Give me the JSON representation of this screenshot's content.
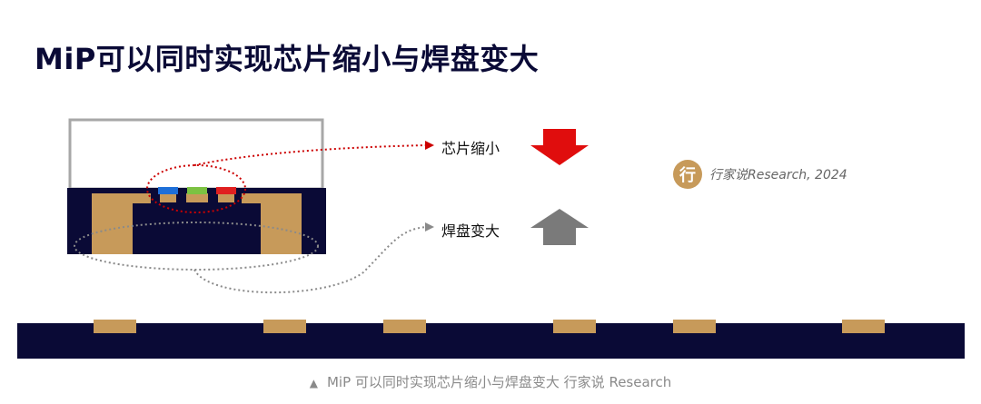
{
  "title": "MiP可以同时实现芯片缩小与焊盘变大",
  "labels": {
    "chip_shrink": "芯片缩小",
    "pad_enlarge": "焊盘变大"
  },
  "watermark": {
    "logo_glyph": "行",
    "text": "行家说Research, 2024"
  },
  "caption": {
    "marker": "▲",
    "text": "MiP 可以同时实现芯片缩小与焊盘变大 行家说 Research"
  },
  "colors": {
    "dark_navy": "#0a0a36",
    "gold": "#c79a5a",
    "chip_blue": "#1e6fd8",
    "chip_green": "#7cc242",
    "chip_red": "#e02020",
    "arrow_red": "#e00d0d",
    "arrow_gray": "#7a7a7a",
    "dotted_red": "#cc0000",
    "dotted_gray": "#8a8a8a",
    "package_outline": "#a7a7a7"
  }
}
